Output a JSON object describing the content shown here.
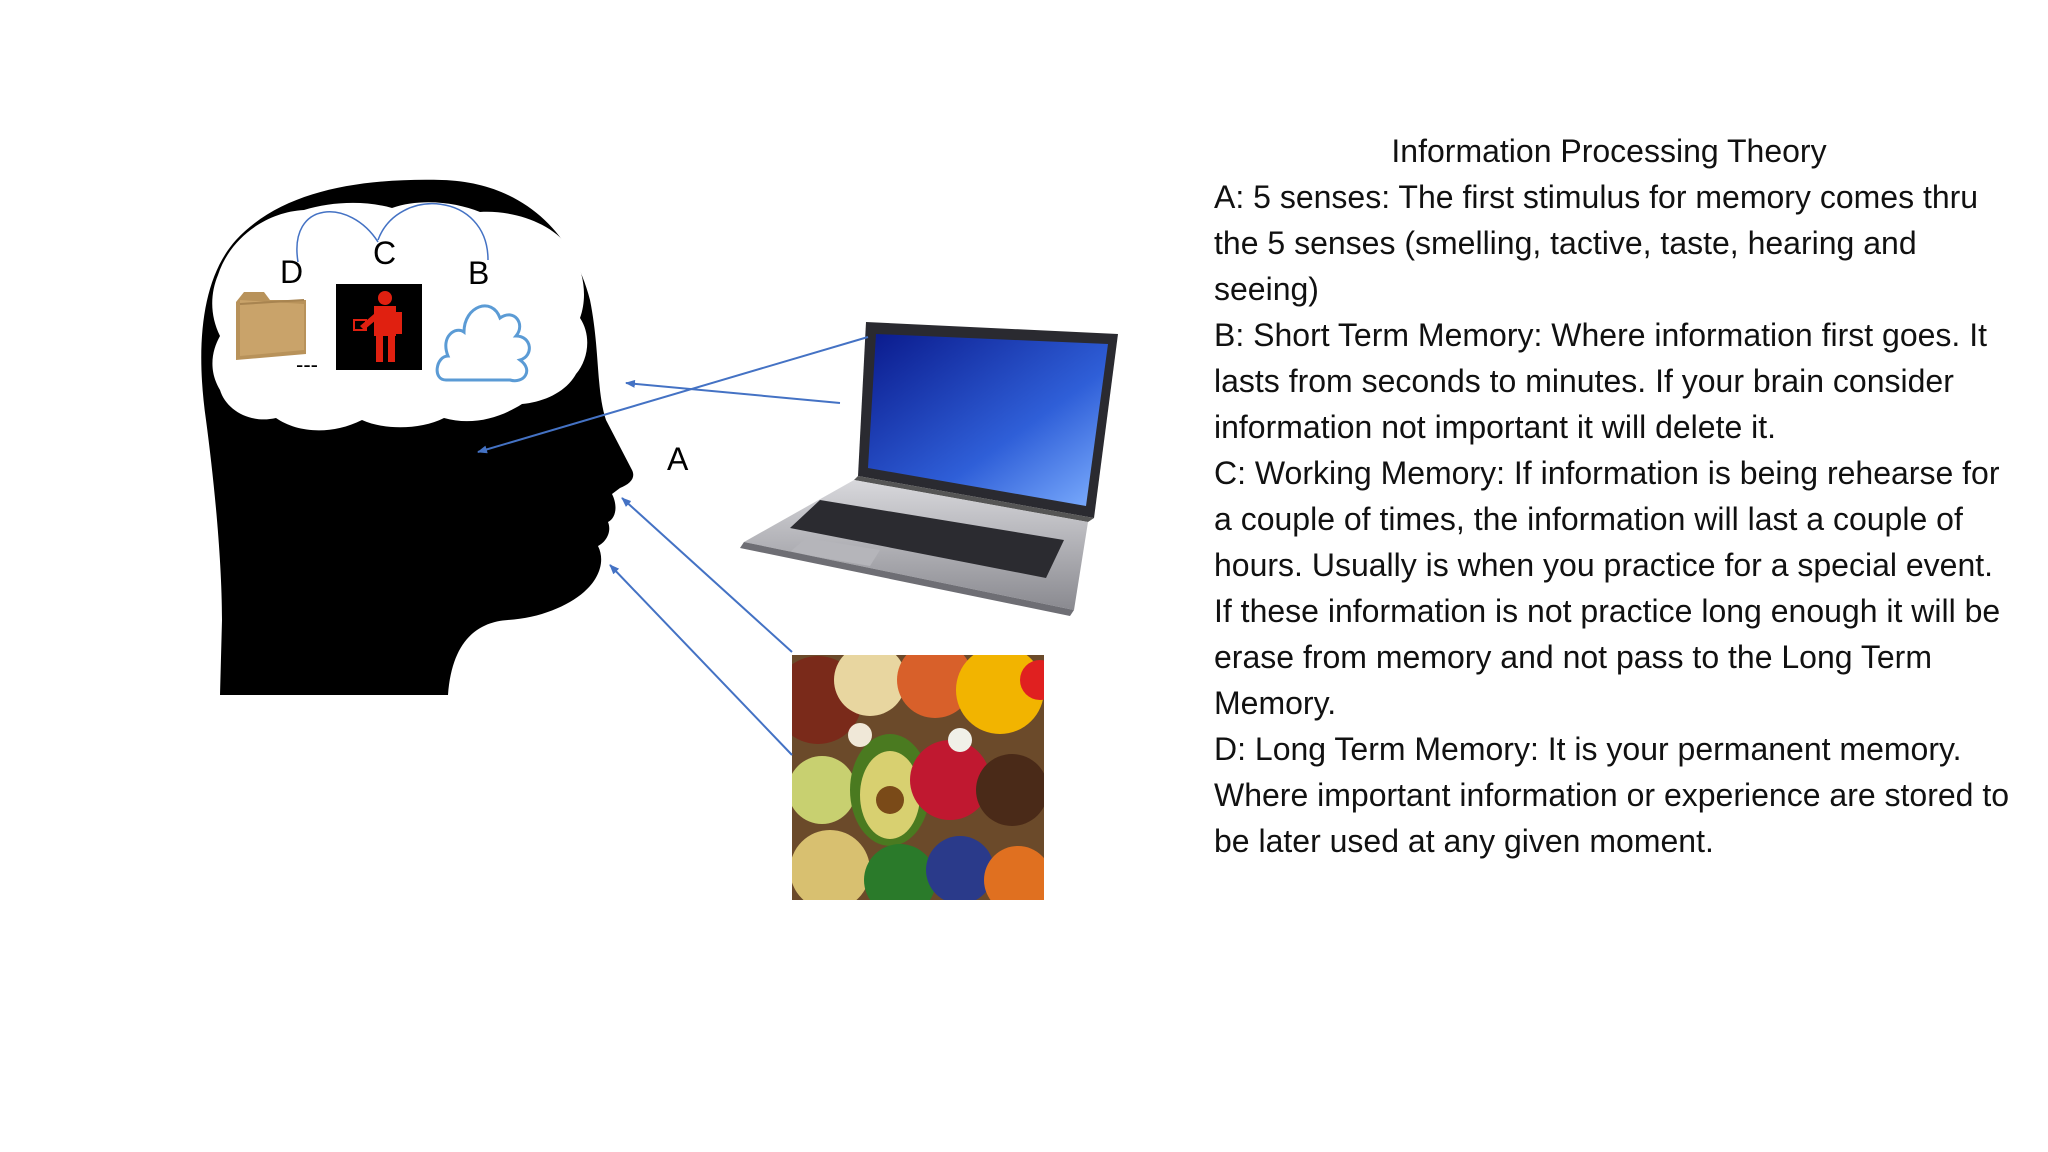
{
  "diagram": {
    "labels": {
      "a": "A",
      "b": "B",
      "c": "C",
      "d": "D",
      "dashes": "---"
    },
    "images": [
      "folder-icon",
      "worker-icon",
      "cloud-icon",
      "laptop-image",
      "food-image",
      "head-silhouette"
    ]
  },
  "text": {
    "title": "Information Processing Theory",
    "paragraphs": [
      "A: 5 senses: The first stimulus for memory comes thru the 5 senses (smelling, tactive, taste, hearing and seeing)",
      "B: Short Term Memory: Where information first goes. It lasts from seconds to minutes. If your brain consider information not important it will delete it.",
      "C: Working Memory: If information is being rehearse for a couple of times, the information will last a couple of hours. Usually is when you practice for a special event. If these information is not practice long enough it will be erase from memory and not pass to the Long Term Memory.",
      "D: Long Term Memory: It is your permanent memory. Where important information or experience are stored to be later used at any given moment."
    ]
  },
  "colors": {
    "arrow": "#4472c4",
    "cloud": "#5b9bd5",
    "worker_bg": "#000000",
    "worker": "#e02010",
    "folder": "#c9a36a"
  }
}
